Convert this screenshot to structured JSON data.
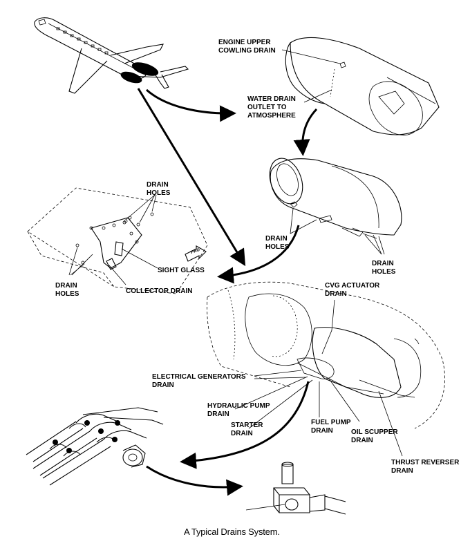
{
  "caption": "A Typical Drains System.",
  "labels": {
    "engine_upper_cowling_drain": "ENGINE UPPER\nCOWLING DRAIN",
    "water_drain_outlet": "WATER DRAIN\nOUTLET TO\nATMOSPHERE",
    "drain_holes_top": "DRAIN\nHOLES",
    "drain_holes_nacelle_left": "DRAIN\nHOLES",
    "drain_holes_nacelle_right": "DRAIN\nHOLES",
    "drain_holes_left": "DRAIN\nHOLES",
    "sight_glass": "SIGHT GLASS",
    "collector_drain": "COLLECTOR DRAIN",
    "fwd": "FWD",
    "cvg_actuator_drain": "CVG ACTUATOR\nDRAIN",
    "electrical_generators_drain": "ELECTRICAL GENERATORS\nDRAIN",
    "hydraulic_pump_drain": "HYDRAULIC PUMP\nDRAIN",
    "starter_drain": "STARTER\nDRAIN",
    "fuel_pump_drain": "FUEL PUMP\nDRAIN",
    "oil_scupper_drain": "OIL SCUPPER\nDRAIN",
    "thrust_reverser_drain": "THRUST REVERSER\nDRAIN"
  }
}
